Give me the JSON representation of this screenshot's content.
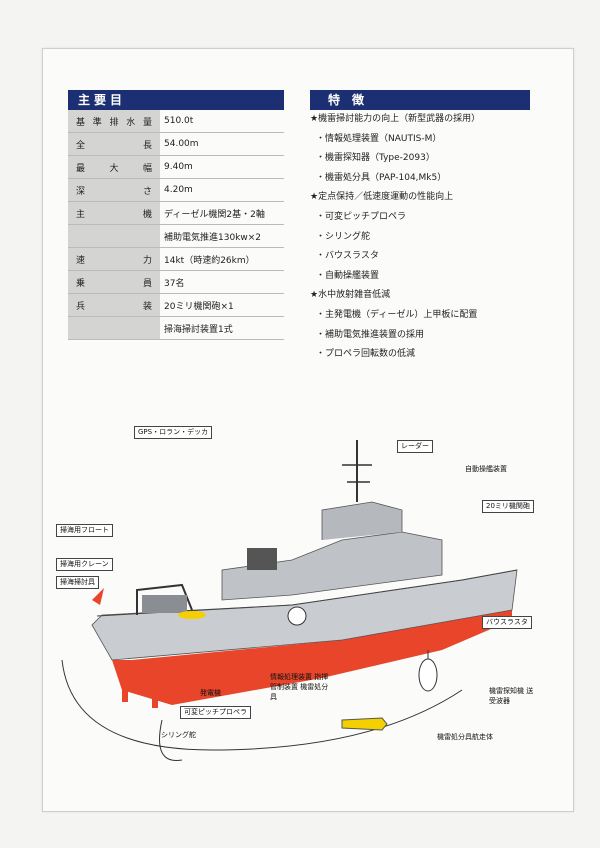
{
  "specs": {
    "header": "主要目",
    "rows": [
      {
        "key": "基準排水量",
        "value": "510.0t"
      },
      {
        "key": "全長",
        "value": "54.00m"
      },
      {
        "key": "最大幅",
        "value": "9.40m"
      },
      {
        "key": "深さ",
        "value": "4.20m"
      },
      {
        "key": "主機",
        "value": "ディーゼル機関2基・2軸"
      },
      {
        "key": "",
        "value": "補助電気推進130kw×2"
      },
      {
        "key": "速力",
        "value": "14kt（時速約26km）"
      },
      {
        "key": "乗員",
        "value": "37名"
      },
      {
        "key": "兵装",
        "value": "20ミリ機関砲×1"
      },
      {
        "key": "",
        "value": "掃海掃討装置1式"
      }
    ]
  },
  "features": {
    "header": "特徴",
    "items": [
      {
        "text": "★機雷掃討能力の向上（新型武器の採用）",
        "level": "head"
      },
      {
        "text": "・情報処理装置（NAUTIS-M）",
        "level": "sub"
      },
      {
        "text": "・機雷探知器（Type-2093）",
        "level": "sub"
      },
      {
        "text": "・機雷処分具（PAP-104,Mk5）",
        "level": "sub"
      },
      {
        "text": "★定点保持／低速度運動の性能向上",
        "level": "head"
      },
      {
        "text": "・可変ピッチプロペラ",
        "level": "sub"
      },
      {
        "text": "・シリング舵",
        "level": "sub"
      },
      {
        "text": "・バウスラスタ",
        "level": "sub"
      },
      {
        "text": "・自動操艦装置",
        "level": "sub"
      },
      {
        "text": "★水中放射雑音低減",
        "level": "head"
      },
      {
        "text": "・主発電機（ディーゼル）上甲板に配置",
        "level": "sub"
      },
      {
        "text": "・補助電気推進装置の採用",
        "level": "sub"
      },
      {
        "text": "・プロペラ回転数の低減",
        "level": "sub"
      }
    ]
  },
  "diagram": {
    "labels": {
      "gps_antenna": "GPS・ロラン・デッカ",
      "radar": "レーダー",
      "auto_steer": "自動操艦装置",
      "gun": "20ミリ機関砲",
      "minesweep_float": "掃海用フロート",
      "minesweep_crane": "掃海用クレーン",
      "sweep_gear": "掃海掃討具",
      "generator": "発電機",
      "info_proc": "情報処理装置 指揮管制装置 機雷処分具",
      "cpp": "可変ピッチプロペラ",
      "schilling": "シリング舵",
      "bow_thruster": "バウスラスタ",
      "sonar": "機雷探知機 送受波器",
      "disposal_vehicle": "機雷処分具航走体"
    }
  },
  "colors": {
    "header_bg": "#1c2f72",
    "hull_grey": "#c9ccd0",
    "hull_red": "#e8452a"
  }
}
